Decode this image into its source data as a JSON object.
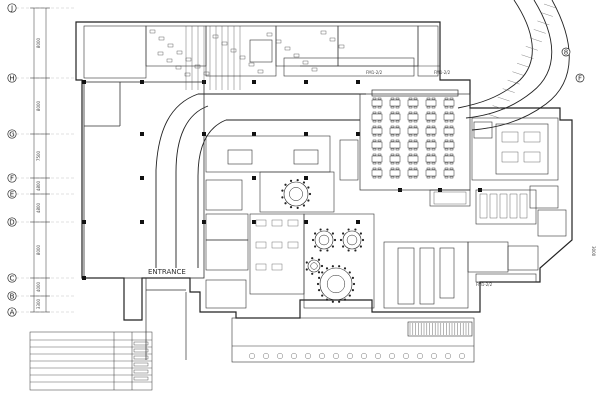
{
  "grid_rows": [
    "J",
    "H",
    "G",
    "F",
    "E",
    "D",
    "C",
    "B",
    "A"
  ],
  "row_dims": [
    "8000",
    "8000",
    "7500",
    "4800",
    "4800",
    "8000",
    "4000",
    "3300"
  ],
  "circle_right_1": "8",
  "circle_right_2": "F",
  "right_dim": "3000",
  "plan_labels": {
    "entrance": "ENTRANCE",
    "stair_tag_1": "FM1-2/2",
    "stair_tag_2": "FM1-2/2",
    "stair_tag_3": "FM1-2/2"
  },
  "legend": {
    "header": [
      "",
      "",
      ""
    ],
    "rows": [
      "",
      "",
      "",
      "",
      "",
      ""
    ]
  },
  "colors": {
    "line": "#222222",
    "light": "#888888",
    "hatch": "#444444"
  }
}
